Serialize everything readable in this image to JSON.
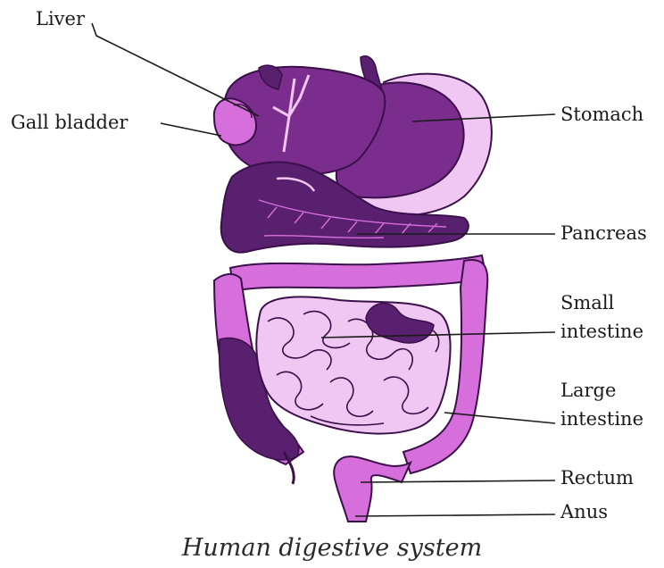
{
  "labels": {
    "liver": "Liver",
    "gall_bladder": "Gall bladder",
    "stomach": "Stomach",
    "pancreas": "Pancreas",
    "small_intestine_1": "Small",
    "small_intestine_2": "intestine",
    "large_intestine_1": "Large",
    "large_intestine_2": "intestine",
    "rectum": "Rectum",
    "anus": "Anus"
  },
  "caption": "Human digestive system",
  "colors": {
    "dark_purple": "#5a2070",
    "mid_purple": "#7b2d8e",
    "magenta": "#d66fdb",
    "light_pink": "#f0c6f2",
    "outline": "#3a0f4a"
  }
}
